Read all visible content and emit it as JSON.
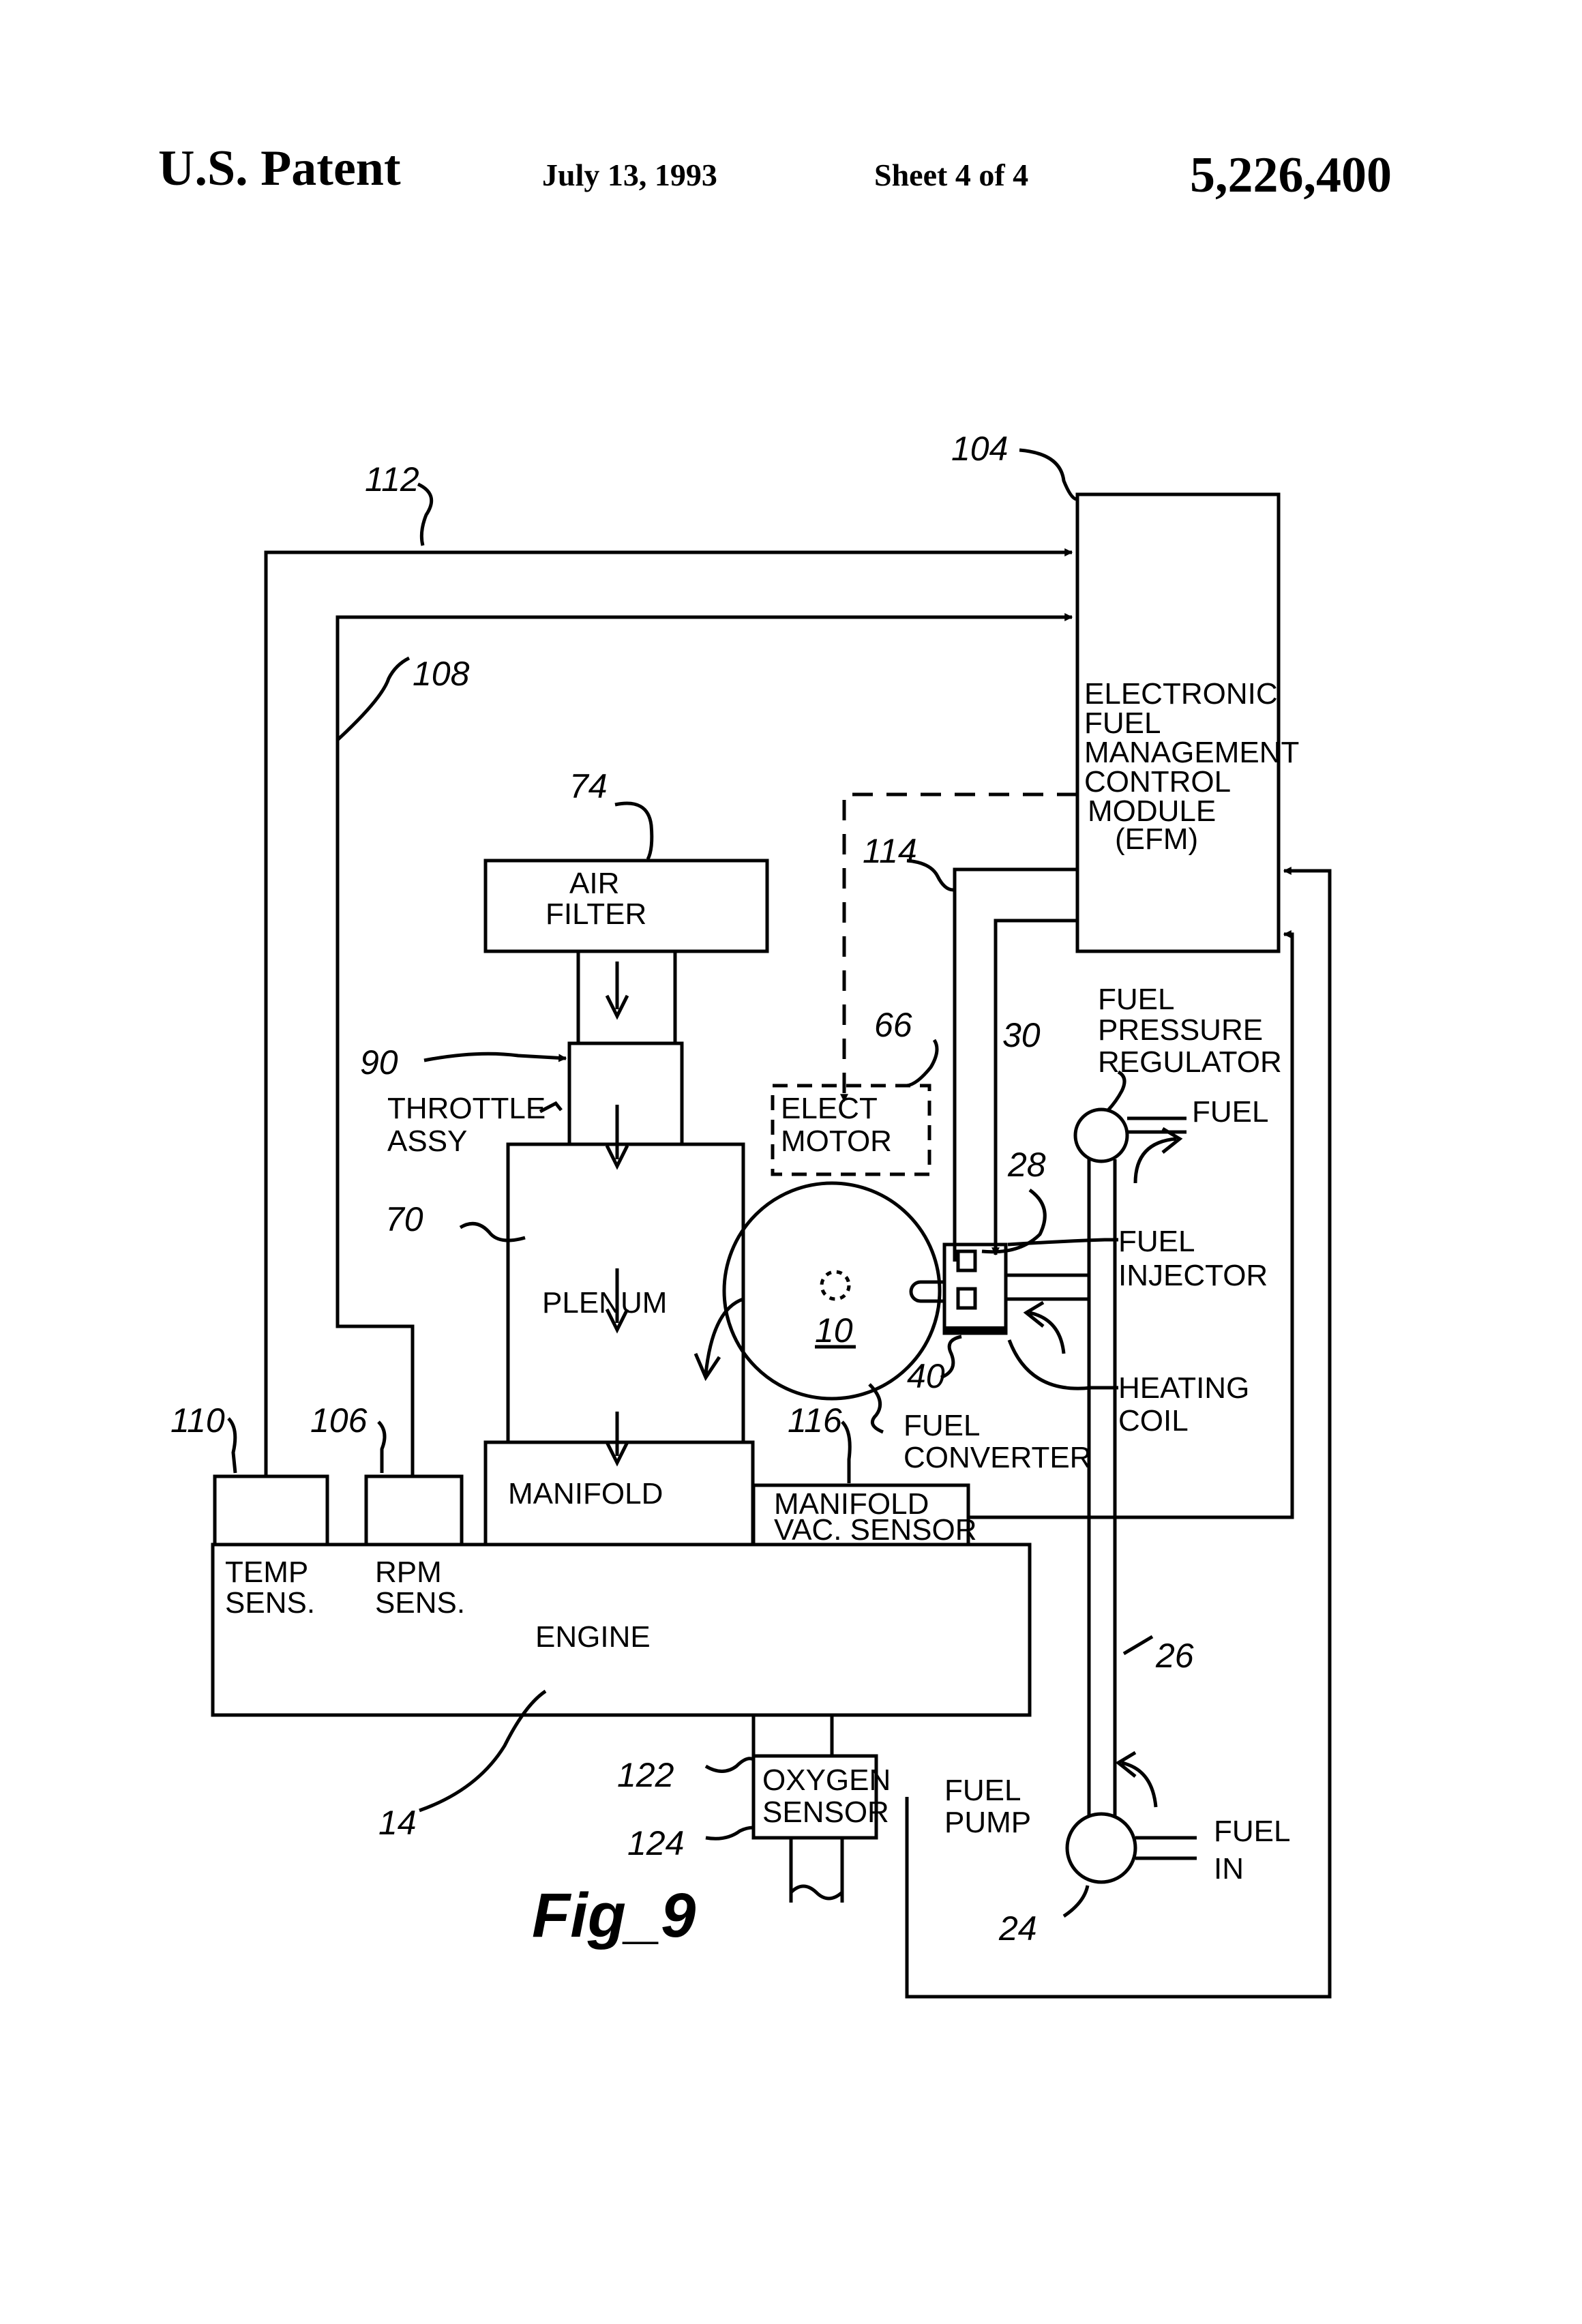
{
  "header": {
    "patent": "U.S. Patent",
    "date": "July 13, 1993",
    "sheet": "Sheet 4 of 4",
    "number": "5,226,400"
  },
  "figure": {
    "caption": "Fig_9"
  },
  "blocks": {
    "efm": [
      "ELECTRONIC",
      "FUEL",
      "MANAGEMENT",
      "CONTROL",
      "MODULE",
      "(EFM)"
    ],
    "air_filter": [
      "AIR",
      "FILTER"
    ],
    "throttle": [
      "THROTTLE",
      "ASSY"
    ],
    "elect_motor": [
      "ELECT",
      "MOTOR"
    ],
    "plenum": "PLENUM",
    "manifold": "MANIFOLD",
    "manifold_vac": [
      "MANIFOLD",
      "VAC. SENSOR"
    ],
    "engine": "ENGINE",
    "temp_sens": [
      "TEMP",
      "SENS."
    ],
    "rpm_sens": [
      "RPM",
      "SENS."
    ],
    "oxygen_sensor": [
      "OXYGEN",
      "SENSOR"
    ],
    "fuel_pressure_regulator": [
      "FUEL",
      "PRESSURE",
      "REGULATOR"
    ],
    "fuel_out": "FUEL",
    "fuel_injector": [
      "FUEL",
      "INJECTOR"
    ],
    "heating_coil": [
      "HEATING",
      "COIL"
    ],
    "fuel_converter": [
      "FUEL",
      "CONVERTER"
    ],
    "fuel_pump": [
      "FUEL",
      "PUMP"
    ],
    "fuel_in": [
      "FUEL",
      "IN"
    ],
    "converter_id": "10"
  },
  "refs": {
    "r104": "104",
    "r112": "112",
    "r108": "108",
    "r74": "74",
    "r114": "114",
    "r66": "66",
    "r90": "90",
    "r30": "30",
    "r28": "28",
    "r70": "70",
    "r40": "40",
    "r110": "110",
    "r106": "106",
    "r116": "116",
    "r26": "26",
    "r122": "122",
    "r124": "124",
    "r14": "14",
    "r24": "24"
  }
}
